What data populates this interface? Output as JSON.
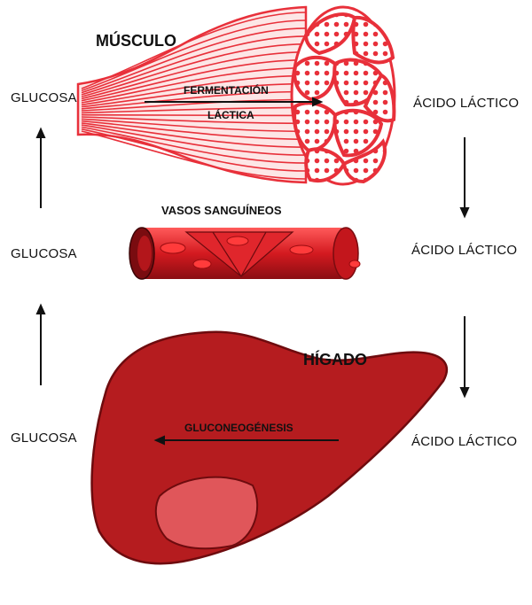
{
  "muscle": {
    "title": "MÚSCULO",
    "process_line1": "FERMENTACIÓN",
    "process_line2": "LÁCTICA"
  },
  "vessels": {
    "title": "VASOS SANGUÍNEOS"
  },
  "liver": {
    "title": "HÍGADO",
    "process": "GLUCONEOGÉNESIS"
  },
  "left_column": {
    "labels": [
      "GLUCOSA",
      "GLUCOSA",
      "GLUCOSA"
    ]
  },
  "right_column": {
    "labels": [
      "ÁCIDO LÁCTICO",
      "ÁCIDO LÁCTICO",
      "ÁCIDO LÁCTICO"
    ]
  },
  "colors": {
    "muscle_red": "#e8303a",
    "liver_red": "#b51c1f",
    "liver_light": "#e0565a",
    "vessel_red": "#d41a20",
    "vessel_dark": "#7a0c10"
  }
}
